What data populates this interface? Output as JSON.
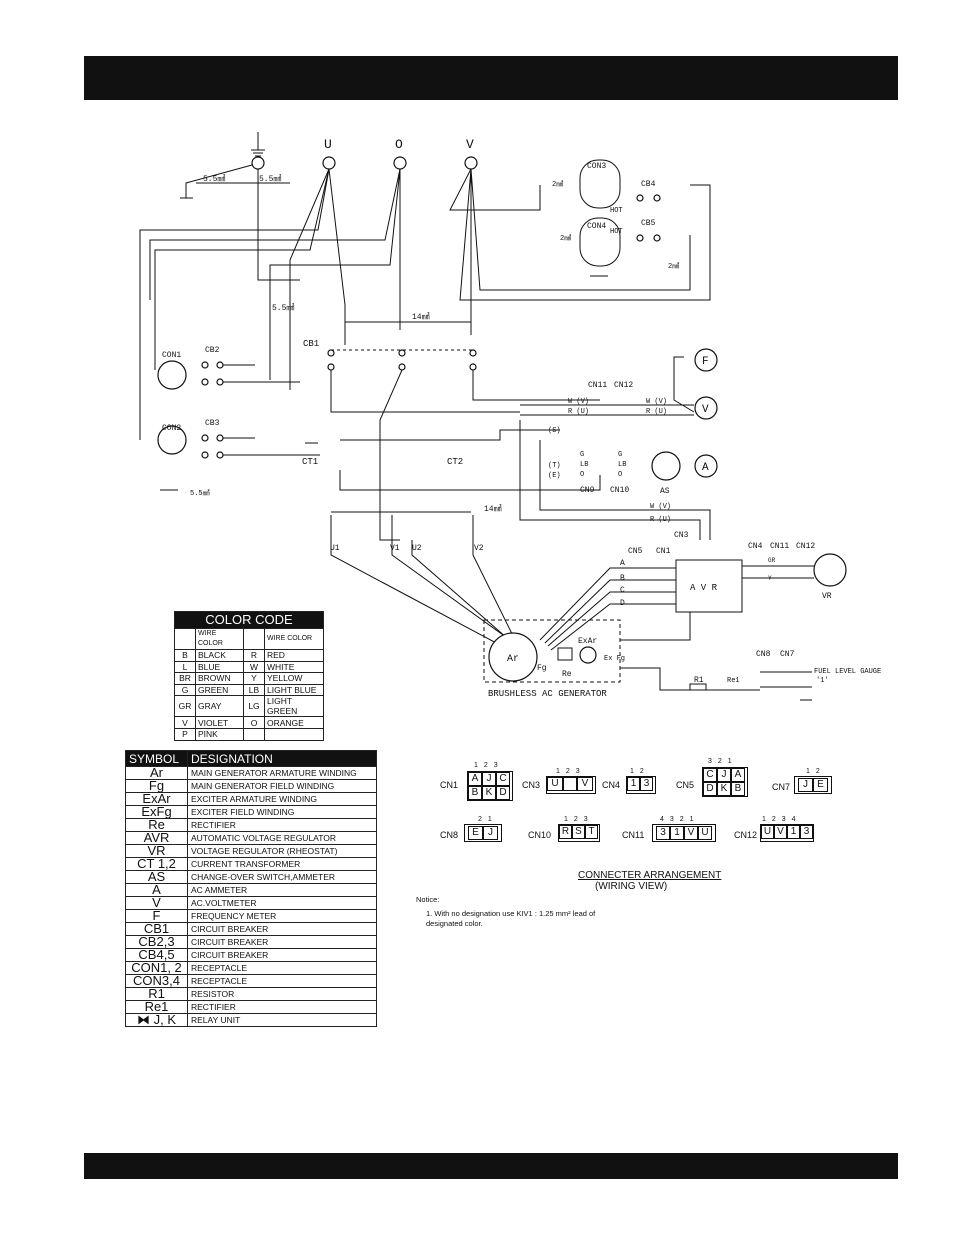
{
  "schematic": {
    "terminals": {
      "ground": "",
      "u": "U",
      "o": "O",
      "v": "V"
    },
    "wire_sizes": {
      "ground_left": "5.5㎟",
      "ground_right": "5.5㎟",
      "con3_w": "2㎟",
      "con4_w": "2㎟",
      "cb5_w": "2㎟",
      "vertical_left": "5.5㎟",
      "cb1_bus": "14㎟",
      "lower_bus": "14㎟",
      "con2_ground": "5.5㎟"
    },
    "labels": {
      "con3": "CON3",
      "con4": "CON4",
      "cb4": "CB4",
      "cb5": "CB5",
      "hot1": "HOT",
      "hot2": "HOT",
      "cb1": "CB1",
      "con1": "CON1",
      "cb2": "CB2",
      "con2": "CON2",
      "cb3": "CB3",
      "ct1": "CT1",
      "ct2": "CT2",
      "cn11a": "CN11",
      "cn12a": "CN12",
      "cn9": "CN9",
      "cn10": "CN10",
      "as": "AS",
      "meter_f": "F",
      "meter_v": "V",
      "meter_a": "A",
      "cn3": "CN3",
      "cn5": "CN5",
      "cn1": "CN1",
      "cn4": "CN4",
      "cn11b": "CN11",
      "cn12b": "CN12",
      "avr": "A V R",
      "vr": "VR",
      "cn8": "CN8",
      "cn7": "CN7",
      "fuel": "FUEL LEVEL GAUGE",
      "fuel2": "'1'",
      "r1": "R1",
      "re1": "Re1",
      "ar": "Ar",
      "fg": "Fg",
      "exar": "ExAr",
      "exfg": "Ex Fg",
      "re": "Re",
      "generator": "BRUSHLESS AC GENERATOR",
      "u1": "U1",
      "v1": "V1",
      "u2": "U2",
      "v2": "V2",
      "a": "A",
      "b": "B",
      "c": "C",
      "d": "D",
      "w_v1": "W   (V)",
      "r_u1": "R   (U)",
      "w_v2": "W  (V)",
      "r_u2": "R  (U)",
      "s_paren": "(S)",
      "t_paren": "(T)",
      "e_paren": "(E)",
      "g1": "G",
      "lb1": "LB",
      "o1": "O",
      "g2": "G",
      "lb2": "LB",
      "o2": "O",
      "w_v3": "W    (V)",
      "r_u3": "R    (U)",
      "gr": "GR",
      "y": "Y"
    }
  },
  "color_code": {
    "title": "COLOR CODE",
    "header": "WIRE COLOR",
    "rows": [
      [
        "B",
        "BLACK",
        "R",
        "RED"
      ],
      [
        "L",
        "BLUE",
        "W",
        "WHITE"
      ],
      [
        "BR",
        "BROWN",
        "Y",
        "YELLOW"
      ],
      [
        "G",
        "GREEN",
        "LB",
        "LIGHT BLUE"
      ],
      [
        "GR",
        "GRAY",
        "LG",
        "LIGHT GREEN"
      ],
      [
        "V",
        "VIOLET",
        "O",
        "ORANGE"
      ],
      [
        "P",
        "PINK",
        "",
        ""
      ]
    ]
  },
  "symbols": {
    "header_symbol": "SYMBOL",
    "header_designation": "DESIGNATION",
    "rows": [
      [
        "Ar",
        "MAIN GENERATOR ARMATURE WINDING"
      ],
      [
        "Fg",
        "MAIN GENERATOR FIELD WINDING"
      ],
      [
        "ExAr",
        "EXCITER ARMATURE WINDING"
      ],
      [
        "ExFg",
        "EXCITER FIELD WINDING"
      ],
      [
        "Re",
        "RECTIFIER"
      ],
      [
        "AVR",
        "AUTOMATIC VOLTAGE REGULATOR"
      ],
      [
        "VR",
        "VOLTAGE REGULATOR (RHEOSTAT)"
      ],
      [
        "CT 1,2",
        "CURRENT TRANSFORMER"
      ],
      [
        "AS",
        "CHANGE-OVER SWITCH,AMMETER"
      ],
      [
        "A",
        "AC AMMETER"
      ],
      [
        "V",
        "AC.VOLTMETER"
      ],
      [
        "F",
        "FREQUENCY METER"
      ],
      [
        "CB1",
        "CIRCUIT BREAKER"
      ],
      [
        "CB2,3",
        "CIRCUIT BREAKER"
      ],
      [
        "CB4,5",
        "CIRCUIT BREAKER"
      ],
      [
        "CON1, 2",
        "RECEPTACLE"
      ],
      [
        "CON3,4",
        "RECEPTACLE"
      ],
      [
        "R1",
        "RESISTOR"
      ],
      [
        "Re1",
        "RECTIFIER"
      ],
      [
        "⧓ J, K",
        "RELAY UNIT"
      ]
    ]
  },
  "connectors": {
    "title": "CONNECTER ARRANGEMENT",
    "subtitle": "(WIRING VIEW)",
    "notice_title": "Notice:",
    "notice_1": "1. With no designation use KIV1 : 1.25 mm² lead of designated color.",
    "cn1": {
      "label": "CN1",
      "nums": "123",
      "pins": [
        "A",
        "J",
        "C",
        "B",
        "K",
        "D"
      ]
    },
    "cn3": {
      "label": "CN3",
      "nums": "123",
      "pins": [
        "U",
        "",
        "V"
      ]
    },
    "cn4": {
      "label": "CN4",
      "nums": "12",
      "pins": [
        "1",
        "3"
      ]
    },
    "cn5": {
      "label": "CN5",
      "nums": "321",
      "pins": [
        "C",
        "J",
        "A",
        "D",
        "K",
        "B"
      ]
    },
    "cn7": {
      "label": "CN7",
      "nums": "12",
      "pins": [
        "J",
        "E"
      ]
    },
    "cn8": {
      "label": "CN8",
      "nums": "21",
      "pins": [
        "E",
        "J"
      ]
    },
    "cn10": {
      "label": "CN10",
      "nums": "123",
      "pins": [
        "R",
        "S",
        "T"
      ]
    },
    "cn11": {
      "label": "CN11",
      "nums": "4321",
      "pins": [
        "3",
        "1",
        "V",
        "U"
      ]
    },
    "cn12": {
      "label": "CN12",
      "nums": "1234",
      "pins": [
        "U",
        "V",
        "1",
        "3"
      ]
    }
  }
}
